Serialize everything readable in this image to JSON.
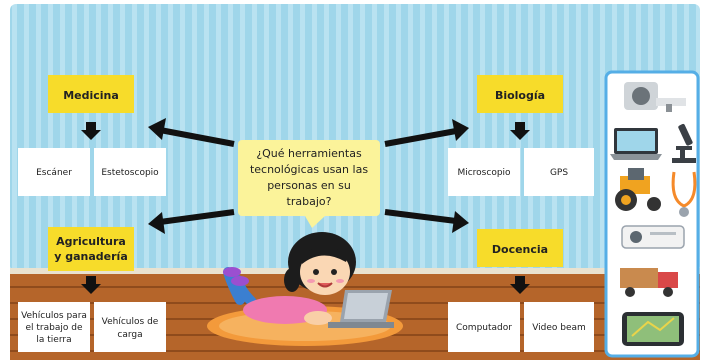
{
  "question": [
    "¿Qué herramientas",
    "tecnológicas usan las",
    "personas en su",
    "trabajo?"
  ],
  "categories": {
    "medicina": {
      "title": "Medicina",
      "items": [
        "Escáner",
        "Estetoscopio"
      ]
    },
    "biologia": {
      "title": "Biología",
      "items": [
        "Microscopio",
        "GPS"
      ]
    },
    "agricultura": {
      "title": [
        "Agricultura",
        "y ganadería"
      ],
      "items": [
        [
          "Vehículos para",
          "el trabajo de",
          "la tierra"
        ],
        [
          "Vehículos de",
          "carga"
        ]
      ]
    },
    "docencia": {
      "title": "Docencia",
      "items": [
        "Computador",
        "Video beam"
      ]
    }
  },
  "side_panel": {
    "icons": [
      "scanner-machine-icon",
      "laptop-icon",
      "microscope-icon",
      "tractor-icon",
      "stethoscope-icon",
      "projector-icon",
      "truck-icon",
      "gps-device-icon"
    ]
  },
  "colors": {
    "wall_blue": "#9fd6ea",
    "floor_brown": "#b5652a",
    "title_yellow": "#f7dc2a",
    "panel_border": "#55aee6"
  }
}
